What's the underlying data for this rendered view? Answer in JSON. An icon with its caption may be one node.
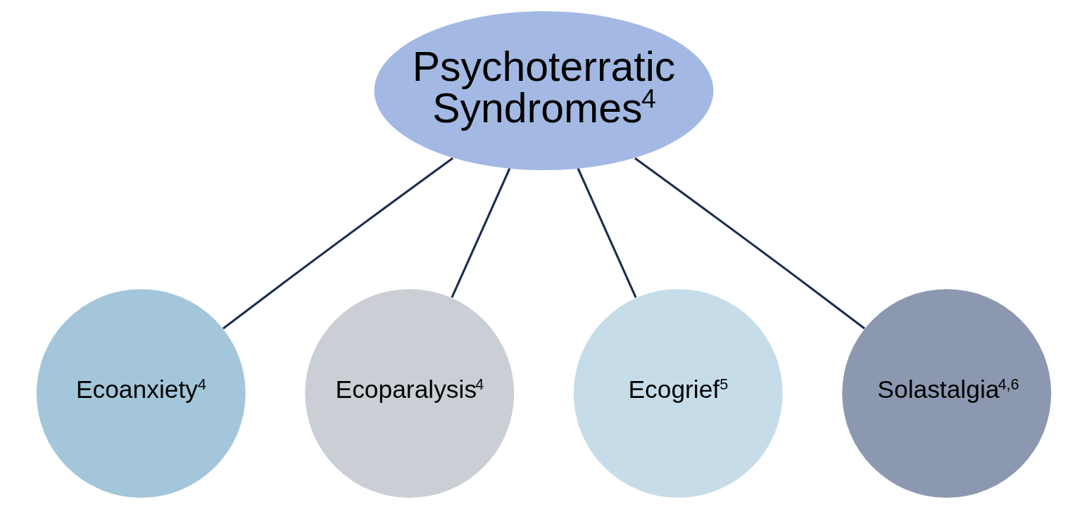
{
  "diagram": {
    "nodes": [
      {
        "text": [
          "Psychoterratic Syndromes$^{4}$"
        ]
      },
      {
        "text": [
          "Ecoanxiety$^{4}$"
        ]
      },
      {
        "text": [
          "Ecoparalysis$^{4}$"
        ]
      },
      {
        "text": [
          "Ecogrief$^{5}$"
        ]
      },
      {
        "text": [
          "Solastalgia$^{4,6}$"
        ]
      }
    ],
    "edges": [
      {
        "from": 0,
        "to": 1,
        "arrow": "none"
      },
      {
        "from": 0,
        "to": 2,
        "arrow": "none"
      },
      {
        "from": 0,
        "to": 3,
        "arrow": "none"
      },
      {
        "from": 0,
        "to": 4,
        "arrow": "none"
      }
    ]
  }
}
